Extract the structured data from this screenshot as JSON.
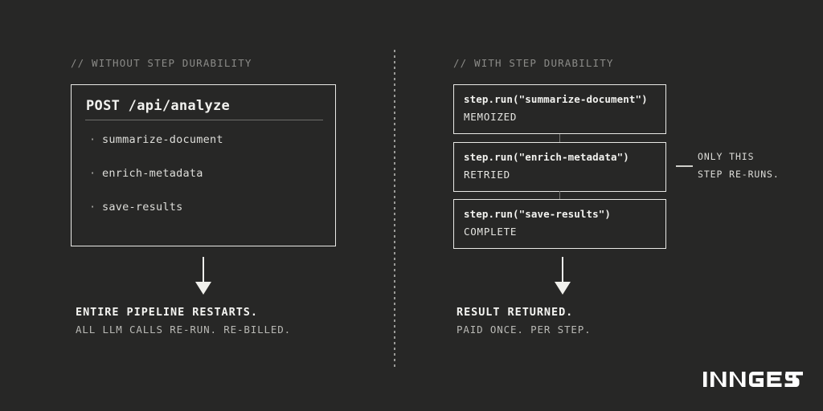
{
  "theme": {
    "background": "#272726",
    "foreground": "#f2f2ef",
    "muted": "#8b8b88",
    "border": "#e9e9e6",
    "rule": "#6d6d6a"
  },
  "left_column": {
    "comment_label": "// WITHOUT STEP DURABILITY",
    "box": {
      "title": "POST /api/analyze",
      "items": [
        {
          "bullet": "·",
          "label": "summarize-document"
        },
        {
          "bullet": "·",
          "label": "enrich-metadata"
        },
        {
          "bullet": "·",
          "label": "save-results"
        }
      ]
    },
    "arrow": "down-arrow-icon",
    "caption": {
      "main": "ENTIRE PIPELINE RESTARTS.",
      "sub": "ALL LLM CALLS RE-RUN. RE-BILLED."
    }
  },
  "right_column": {
    "comment_label": "// WITH STEP DURABILITY",
    "steps": [
      {
        "call": "step.run(\"summarize-document\")",
        "status": "MEMOIZED"
      },
      {
        "call": "step.run(\"enrich-metadata\")",
        "status": "RETRIED"
      },
      {
        "call": "step.run(\"save-results\")",
        "status": "COMPLETE"
      }
    ],
    "callout": {
      "line_1": "ONLY THIS",
      "line_2": "STEP RE-RUNS."
    },
    "arrow": "down-arrow-icon",
    "caption": {
      "main": "RESULT RETURNED.",
      "sub": "PAID ONCE. PER STEP."
    }
  },
  "divider": "dotted-vertical-divider",
  "logo": {
    "wordmark": "INNGEST"
  }
}
